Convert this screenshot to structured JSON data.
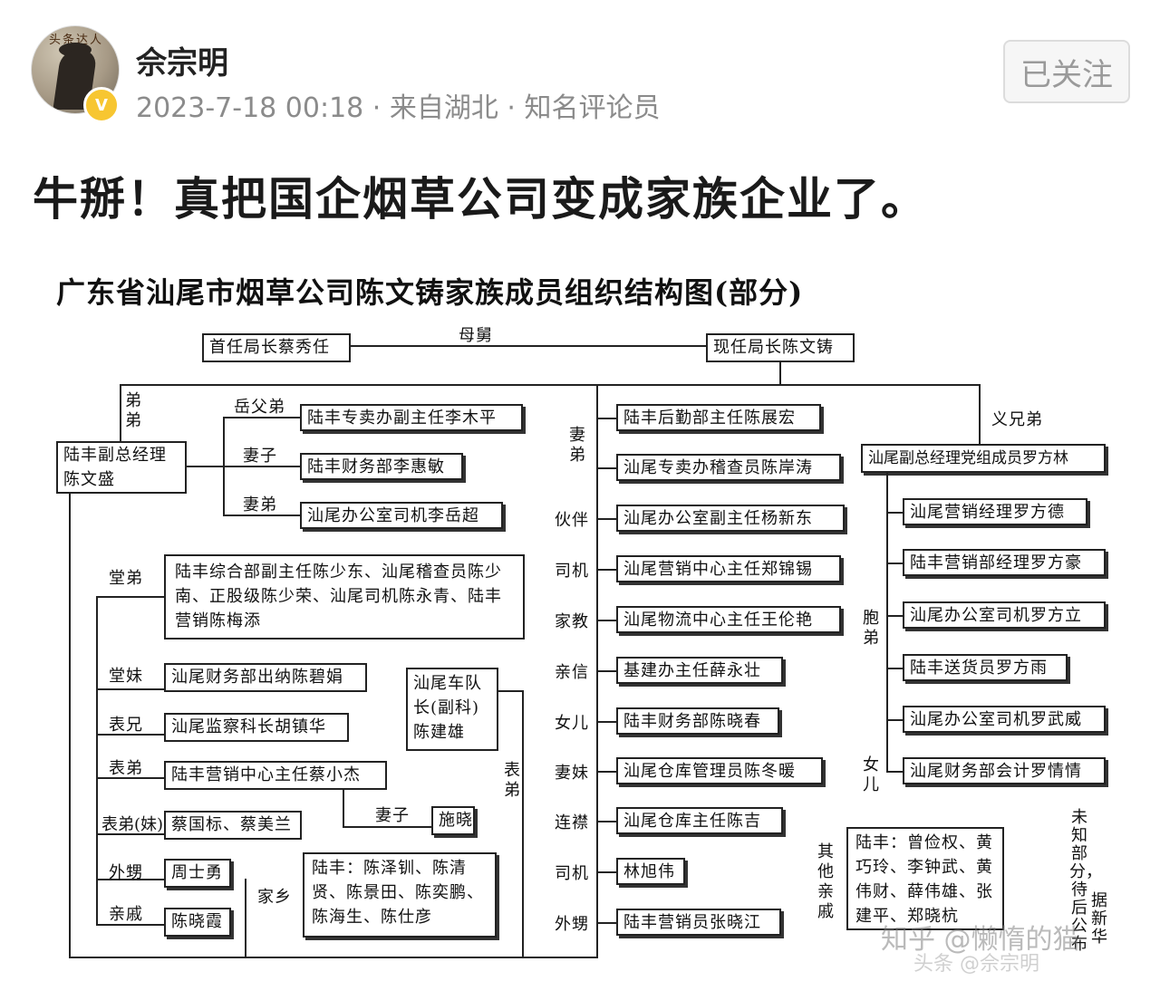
{
  "post": {
    "avatar_text": "头条达人",
    "author": "佘宗明",
    "meta": "2023-7-18 00:18 · 来自湖北 · 知名评论员",
    "follow_label": "已关注",
    "text": "牛掰！真把国企烟草公司变成家族企业了。"
  },
  "chart": {
    "title": "广东省汕尾市烟草公司陈文铸家族成员组织结构图(部分)",
    "top_left_box": "首任局长蔡秀任",
    "top_relation": "母舅",
    "top_right_box": "现任局长陈文铸",
    "left": {
      "relation_didi": "弟弟",
      "main_box": "陆丰副总经理陈文盛",
      "sub": [
        {
          "relation": "岳父弟",
          "box": "陆丰专卖办副主任李木平"
        },
        {
          "relation": "妻子",
          "box": "陆丰财务部李惠敏"
        },
        {
          "relation": "妻弟",
          "box": "汕尾办公室司机李岳超"
        }
      ],
      "relatives": [
        {
          "relation": "堂弟",
          "box": "陆丰综合部副主任陈少东、汕尾稽查员陈少南、正股级陈少荣、汕尾司机陈永青、陆丰营销陈梅添"
        },
        {
          "relation": "堂妹",
          "box": "汕尾财务部出纳陈碧娟"
        },
        {
          "relation": "表兄",
          "box": "汕尾监察科长胡镇华"
        },
        {
          "relation": "表弟",
          "box": "陆丰营销中心主任蔡小杰"
        },
        {
          "relation": "表弟(妹)",
          "box": "蔡国标、蔡美兰"
        },
        {
          "relation": "外甥",
          "box": "周士勇"
        },
        {
          "relation": "亲戚",
          "box": "陈晓霞"
        }
      ],
      "wife_label": "妻子",
      "wife_box": "施晓",
      "fleet_box": "汕尾车队长(副科)陈建雄",
      "biaodi_label": "表弟",
      "hometown_label": "家乡",
      "hometown_box": "陆丰：陈泽钏、陈清贤、陈景田、陈奕鹏、陈海生、陈仕彦"
    },
    "middle": [
      {
        "relation": "妻弟",
        "box": "陆丰后勤部主任陈展宏"
      },
      {
        "relation": "",
        "box": "汕尾专卖办稽查员陈岸涛"
      },
      {
        "relation": "伙伴",
        "box": "汕尾办公室副主任杨新东"
      },
      {
        "relation": "司机",
        "box": "汕尾营销中心主任郑锦锡"
      },
      {
        "relation": "家教",
        "box": "汕尾物流中心主任王伦艳"
      },
      {
        "relation": "亲信",
        "box": "基建办主任薛永壮"
      },
      {
        "relation": "女儿",
        "box": "陆丰财务部陈晓春"
      },
      {
        "relation": "妻妹",
        "box": "汕尾仓库管理员陈冬暖"
      },
      {
        "relation": "连襟",
        "box": "汕尾仓库主任陈吉"
      },
      {
        "relation": "司机",
        "box": "林旭伟"
      },
      {
        "relation": "外甥",
        "box": "陆丰营销员张晓江"
      }
    ],
    "right": {
      "relation": "义兄弟",
      "main_box": "汕尾副总经理党组成员罗方林",
      "sibling_label": "胞弟",
      "daughter_label": "女儿",
      "items": [
        "汕尾营销经理罗方德",
        "陆丰营销部经理罗方豪",
        "汕尾办公室司机罗方立",
        "陆丰送货员罗方雨",
        "汕尾办公室司机罗武威",
        "汕尾财务部会计罗情情"
      ],
      "other_label": "其他亲戚",
      "other_box": "陆丰：曾俭权、黄巧玲、李钟武、黄伟财、薛伟雄、张建平、郑晓杭",
      "note1": "未知部分，待后公布",
      "note2": "据新华"
    }
  },
  "watermark": {
    "main": "知乎 @懒惰的猫",
    "sub": "头条 @佘宗明"
  }
}
